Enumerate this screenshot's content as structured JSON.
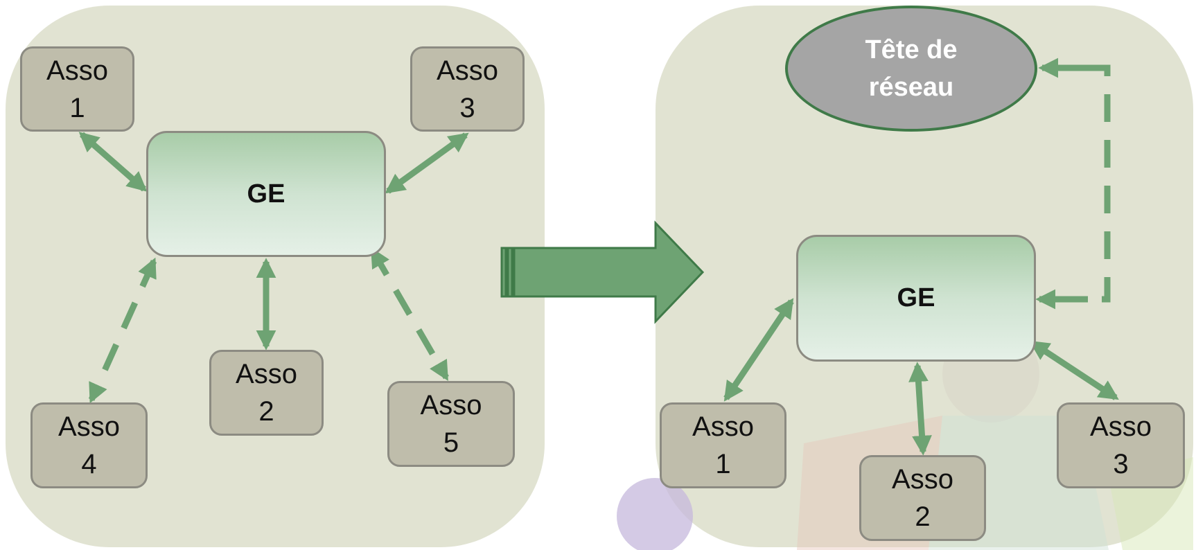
{
  "left_diagram": {
    "center": "GE",
    "associations": [
      {
        "line1": "Asso",
        "line2": "1"
      },
      {
        "line1": "Asso",
        "line2": "3"
      },
      {
        "line1": "Asso",
        "line2": "2"
      },
      {
        "line1": "Asso",
        "line2": "4"
      },
      {
        "line1": "Asso",
        "line2": "5"
      }
    ]
  },
  "right_diagram": {
    "head": {
      "line1": "Tête de",
      "line2": "réseau"
    },
    "center": "GE",
    "associations": [
      {
        "line1": "Asso",
        "line2": "1"
      },
      {
        "line1": "Asso",
        "line2": "2"
      },
      {
        "line1": "Asso",
        "line2": "3"
      }
    ]
  },
  "colors": {
    "panel": "#e1e3d2",
    "arrow": "#6ea373",
    "box": "#bfbdab",
    "head": "#a5a5a5"
  }
}
